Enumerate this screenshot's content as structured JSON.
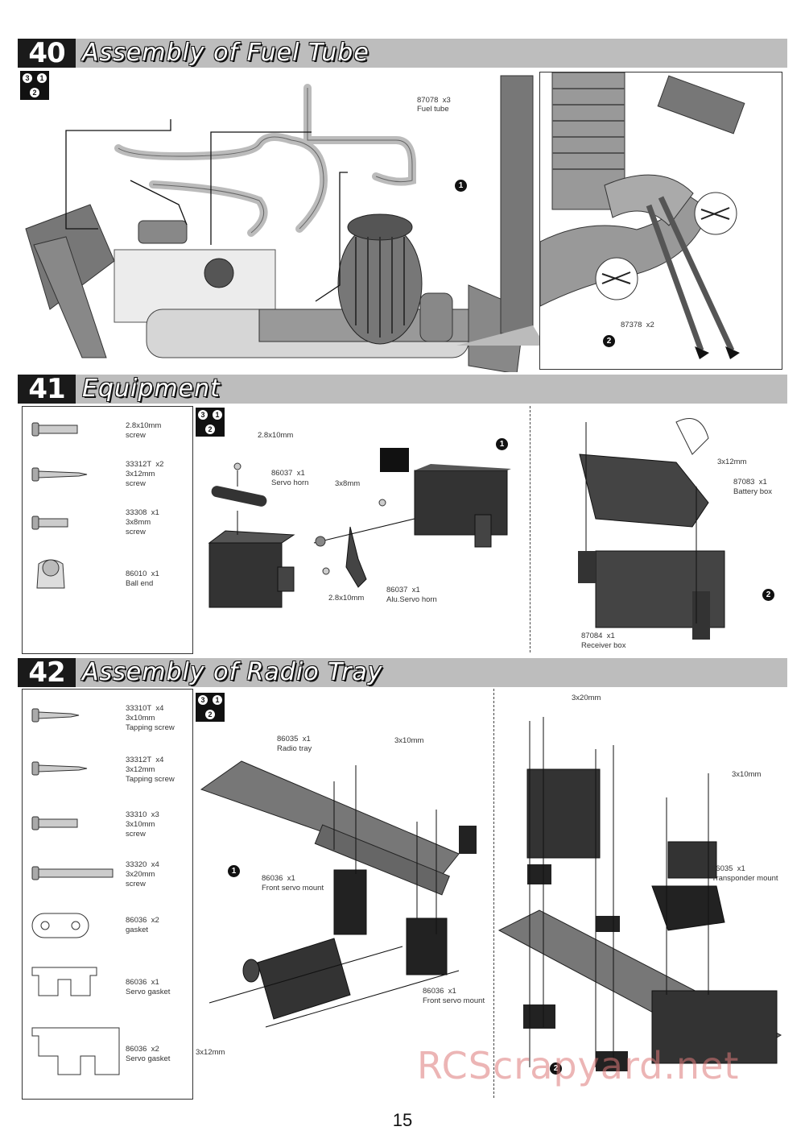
{
  "sections": [
    {
      "number": "40",
      "title": "Assembly of Fuel Tube"
    },
    {
      "number": "41",
      "title": "Equipment"
    },
    {
      "number": "42",
      "title": "Assembly of Radio Tray"
    }
  ],
  "badge": {
    "a": "3",
    "b": "1",
    "c": "2"
  },
  "s40": {
    "fuel_tube": {
      "code": "87078  x3",
      "name": "Fuel tube"
    },
    "tool": {
      "code": "87378  x2"
    },
    "step1": "1",
    "step2": "2"
  },
  "s41": {
    "parts": [
      {
        "code": "2.8x10mm",
        "name": "screw"
      },
      {
        "code": "33312T  x2",
        "size": "3x12mm",
        "name": "screw"
      },
      {
        "code": "33308  x1",
        "size": "3x8mm",
        "name": "screw"
      },
      {
        "code": "86010  x1",
        "name": "Ball end"
      }
    ],
    "labels": {
      "screw_a": "2.8x10mm",
      "servo_horn": "86037  x1",
      "servo_horn_name": "Servo horn",
      "screw_b": "3x8mm",
      "screw_c": "2.8x10mm",
      "alu_horn": "86037  x1",
      "alu_horn_name": "Alu.Servo horn",
      "screw_d": "3x12mm",
      "battery_box": "87083  x1",
      "battery_box_name": "Battery box",
      "receiver_box": "87084  x1",
      "receiver_box_name": "Receiver box"
    },
    "step1": "1",
    "step2": "2"
  },
  "s42": {
    "parts": [
      {
        "code": "33310T  x4",
        "size": "3x10mm",
        "name": "Tapping screw"
      },
      {
        "code": "33312T  x4",
        "size": "3x12mm",
        "name": "Tapping screw"
      },
      {
        "code": "33310  x3",
        "size": "3x10mm",
        "name": "screw"
      },
      {
        "code": "33320  x4",
        "size": "3x20mm",
        "name": "screw"
      },
      {
        "code": "86036  x2",
        "name": "gasket"
      },
      {
        "code": "86036  x1",
        "name": "Servo gasket"
      },
      {
        "code": "86036  x2",
        "name": "Servo gasket"
      }
    ],
    "labels": {
      "radio_tray": "86035  x1",
      "radio_tray_name": "Radio tray",
      "screw_a": "3x10mm",
      "front_mount1": "86036  x1",
      "front_mount1_name": "Front servo mount",
      "front_mount2": "86036  x1",
      "front_mount2_name": "Front servo mount",
      "screw_b": "3x12mm",
      "screw_c": "3x20mm",
      "screw_d": "3x10mm",
      "transponder": "86035  x1",
      "transponder_name": "Transponder mount"
    },
    "step1": "1",
    "step2": "2"
  },
  "watermark": "RCScrapyard.net",
  "page_number": "15"
}
